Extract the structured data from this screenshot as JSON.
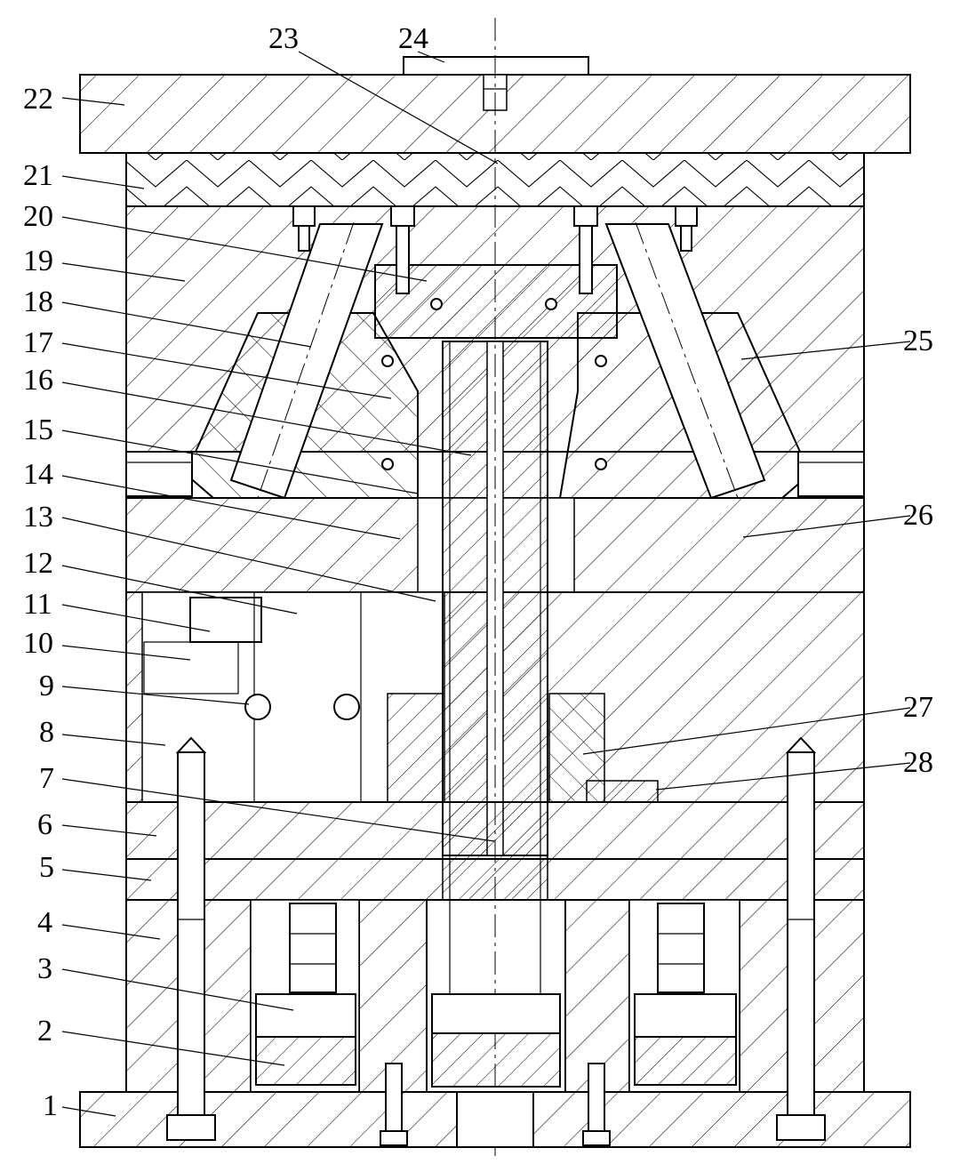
{
  "labels": [
    "1",
    "2",
    "3",
    "4",
    "5",
    "6",
    "7",
    "8",
    "9",
    "10",
    "11",
    "12",
    "13",
    "14",
    "15",
    "16",
    "17",
    "18",
    "19",
    "20",
    "21",
    "22",
    "23",
    "24",
    "25",
    "26",
    "27",
    "28"
  ]
}
